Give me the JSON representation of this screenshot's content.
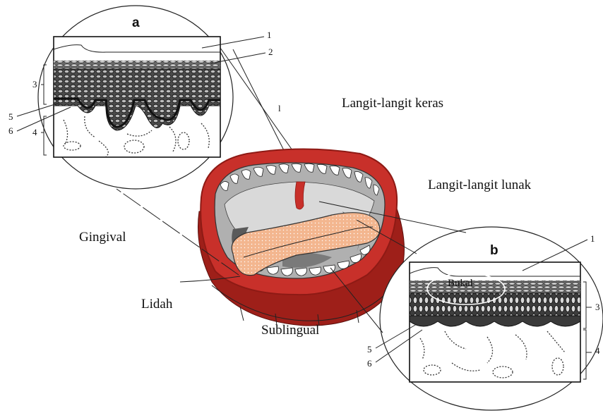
{
  "diagram": {
    "labels": {
      "langit_keras": "Langit-langit keras",
      "langit_lunak": "Langit-langit lunak",
      "gingival": "Gingival",
      "lidah": "Lidah",
      "sublingual": "Sublingual",
      "bukal": "Bukal"
    },
    "panel_a": {
      "letter": "a",
      "callouts": [
        "1",
        "2",
        "3",
        "4",
        "5",
        "6"
      ]
    },
    "panel_b": {
      "letter": "b",
      "callouts": [
        "1",
        "3",
        "4",
        "5",
        "6"
      ]
    },
    "colors": {
      "lips": "#c8302a",
      "lips_dark": "#8e1a15",
      "mouth_cavity": "#a7a7a7",
      "tongue": "#f3b68f",
      "teeth": "#ffffff",
      "epithelium": "#555555"
    }
  }
}
